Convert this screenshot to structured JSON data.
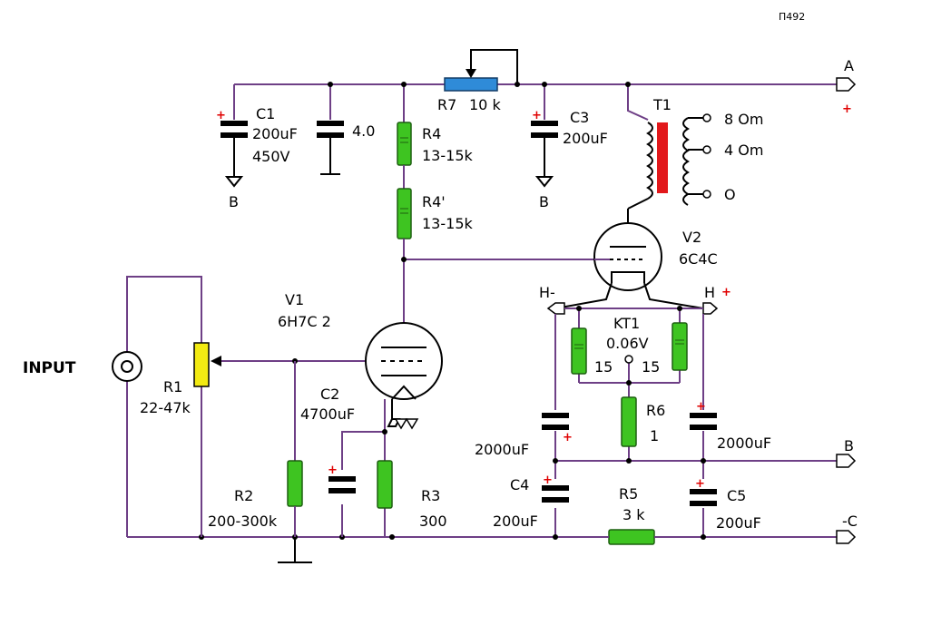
{
  "page_id": "П492",
  "input_label": "INPUT",
  "components": {
    "r1": {
      "ref": "R1",
      "value": "22-47k"
    },
    "r2": {
      "ref": "R2",
      "value": "200-300k"
    },
    "r3": {
      "ref": "R3",
      "value": "300"
    },
    "r4": {
      "ref": "R4",
      "value": "13-15k"
    },
    "r4b": {
      "ref": "R4'",
      "value": "13-15k"
    },
    "r5": {
      "ref": "R5",
      "value": "3 k"
    },
    "r6": {
      "ref": "R6",
      "value": "1"
    },
    "r7": {
      "ref": "R7",
      "value": "10 k"
    },
    "c1": {
      "ref": "C1",
      "value": "200uF",
      "voltage": "450V"
    },
    "c_unnamed": {
      "value": "4.0"
    },
    "c2": {
      "ref": "C2",
      "value": "4700uF"
    },
    "c3": {
      "ref": "C3",
      "value": "200uF"
    },
    "c4": {
      "ref": "C4",
      "value": "200uF"
    },
    "c5": {
      "ref": "C5",
      "value": "200uF"
    },
    "c_h_left": {
      "value": "2000uF"
    },
    "c_h_right": {
      "value": "2000uF"
    },
    "v1": {
      "ref": "V1",
      "type": "6H7C  2"
    },
    "v2": {
      "ref": "V2",
      "type": "6C4C"
    },
    "t1": {
      "ref": "T1"
    },
    "kt1": {
      "ref": "KT1",
      "voltage": "0.06V",
      "left": "15",
      "right": "15"
    }
  },
  "outputs": {
    "tap_8": "8 Om",
    "tap_4": "4 Om",
    "tap_0": "O"
  },
  "terminals": {
    "a": "A",
    "b": "B",
    "c": "-C",
    "h_minus": "H-",
    "h_plus": "H",
    "ground_b": "B"
  },
  "colors": {
    "wire": "#6e3f86",
    "resistor": "#3ec421",
    "trimmer": "#f2ea12",
    "pot": "#2f8bd8",
    "transformer_core": "#e2181b",
    "plus": "#e00000"
  }
}
